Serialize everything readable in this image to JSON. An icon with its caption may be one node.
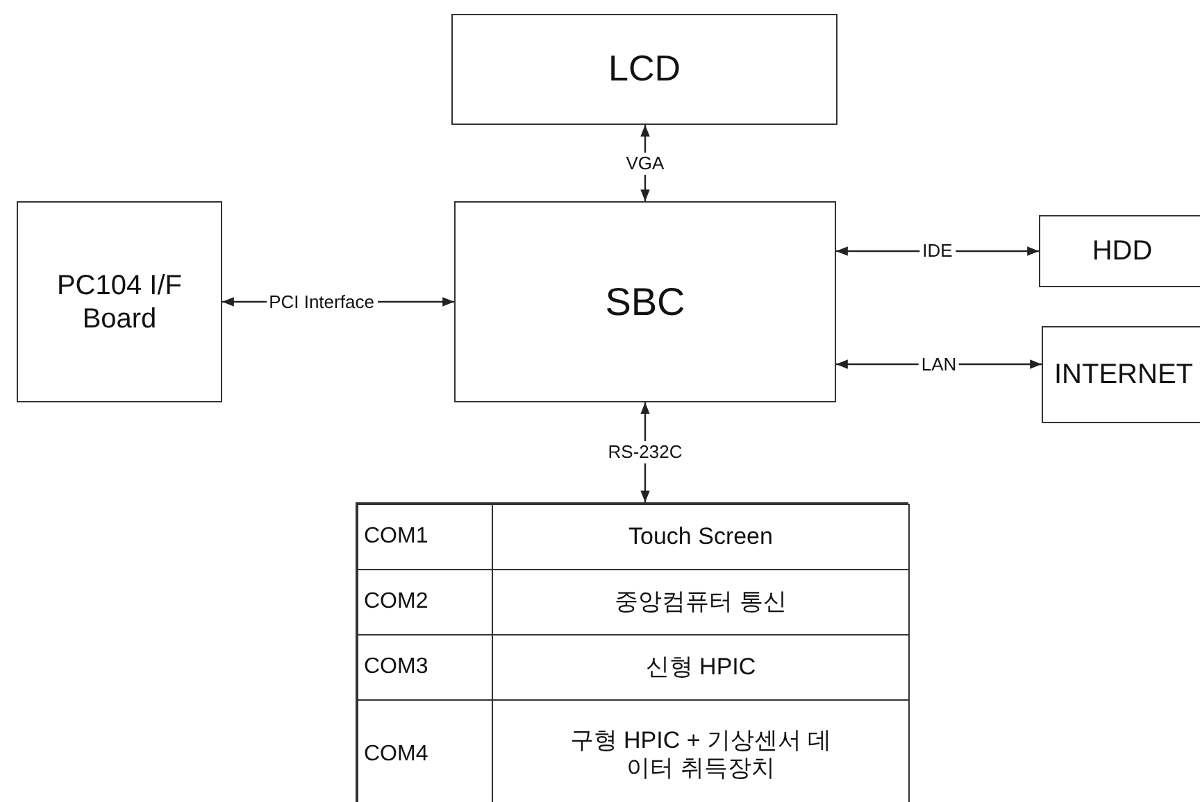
{
  "diagram": {
    "nodes": [
      {
        "text": [
          "LCD"
        ]
      },
      {
        "text": [
          "PC104 I/F Board"
        ]
      },
      {
        "text": [
          "SBC"
        ]
      },
      {
        "text": [
          "HDD"
        ]
      },
      {
        "text": [
          "INTERNET"
        ]
      },
      {
        "text": [],
        "shape": "box"
      },
      {
        "text": [
          "COM1"
        ],
        "in": 5
      },
      {
        "text": [
          "Touch Screen"
        ],
        "in": 5
      },
      {
        "text": [
          "COM2"
        ],
        "in": 5
      },
      {
        "text": [
          "중앙컴퓨터 통신"
        ],
        "in": 5
      },
      {
        "text": [
          "COM3"
        ],
        "in": 5
      },
      {
        "text": [
          "신형 HPIC"
        ],
        "in": 5
      },
      {
        "text": [
          "COM4"
        ],
        "in": 5
      },
      {
        "text": [
          "구형 HPIC + 기상센서 데이터 취득장치"
        ],
        "in": 5
      }
    ],
    "edges": [
      {
        "from": 0,
        "to": 2,
        "arrow": "both",
        "label": "VGA"
      },
      {
        "from": 1,
        "to": 2,
        "arrow": "both",
        "label": "PCI Interface"
      },
      {
        "from": 2,
        "to": 3,
        "arrow": "both",
        "label": "IDE"
      },
      {
        "from": 2,
        "to": 4,
        "arrow": "both",
        "label": "LAN"
      },
      {
        "from": 2,
        "to": 5,
        "arrow": "both",
        "label": "RS-232C"
      }
    ]
  }
}
